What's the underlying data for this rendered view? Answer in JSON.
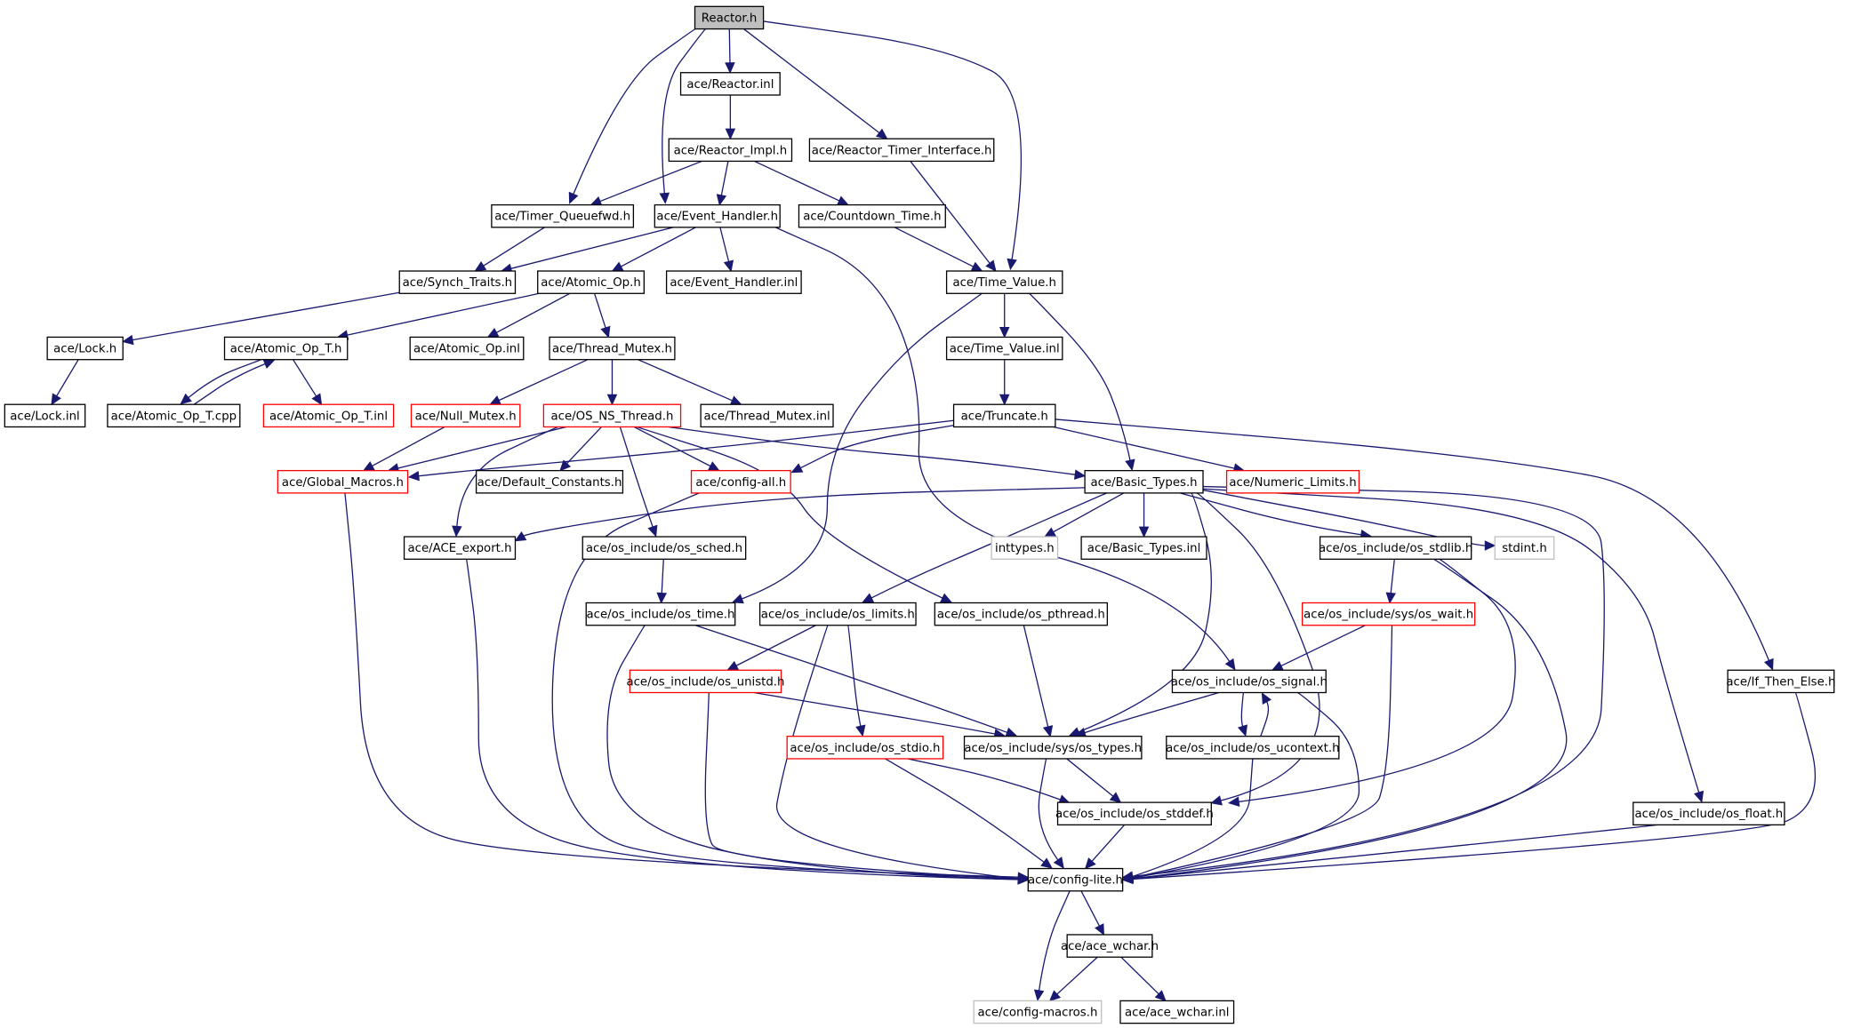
{
  "colors": {
    "edge": "#191970",
    "root_fill": "#bfbfbf",
    "normal_border": "#000000",
    "truncated_border": "#ff0000",
    "external_border": "#bfbfbf"
  },
  "nodes": [
    {
      "id": "reactor_h",
      "label": "Reactor.h",
      "style": "root"
    },
    {
      "id": "reactor_inl",
      "label": "ace/Reactor.inl",
      "style": "normal"
    },
    {
      "id": "reactor_impl_h",
      "label": "ace/Reactor_Impl.h",
      "style": "normal"
    },
    {
      "id": "reactor_timer_interface_h",
      "label": "ace/Reactor_Timer_Interface.h",
      "style": "normal"
    },
    {
      "id": "timer_queuefwd_h",
      "label": "ace/Timer_Queuefwd.h",
      "style": "normal"
    },
    {
      "id": "event_handler_h",
      "label": "ace/Event_Handler.h",
      "style": "normal"
    },
    {
      "id": "countdown_time_h",
      "label": "ace/Countdown_Time.h",
      "style": "normal"
    },
    {
      "id": "synch_traits_h",
      "label": "ace/Synch_Traits.h",
      "style": "normal"
    },
    {
      "id": "atomic_op_h",
      "label": "ace/Atomic_Op.h",
      "style": "normal"
    },
    {
      "id": "event_handler_inl",
      "label": "ace/Event_Handler.inl",
      "style": "normal"
    },
    {
      "id": "time_value_h",
      "label": "ace/Time_Value.h",
      "style": "normal"
    },
    {
      "id": "lock_h",
      "label": "ace/Lock.h",
      "style": "normal"
    },
    {
      "id": "atomic_op_t_h",
      "label": "ace/Atomic_Op_T.h",
      "style": "normal"
    },
    {
      "id": "atomic_op_inl",
      "label": "ace/Atomic_Op.inl",
      "style": "normal"
    },
    {
      "id": "thread_mutex_h",
      "label": "ace/Thread_Mutex.h",
      "style": "normal"
    },
    {
      "id": "time_value_inl",
      "label": "ace/Time_Value.inl",
      "style": "normal"
    },
    {
      "id": "lock_inl",
      "label": "ace/Lock.inl",
      "style": "normal"
    },
    {
      "id": "atomic_op_t_cpp",
      "label": "ace/Atomic_Op_T.cpp",
      "style": "normal"
    },
    {
      "id": "atomic_op_t_inl",
      "label": "ace/Atomic_Op_T.inl",
      "style": "red"
    },
    {
      "id": "null_mutex_h",
      "label": "ace/Null_Mutex.h",
      "style": "red"
    },
    {
      "id": "os_ns_thread_h",
      "label": "ace/OS_NS_Thread.h",
      "style": "red"
    },
    {
      "id": "thread_mutex_inl",
      "label": "ace/Thread_Mutex.inl",
      "style": "normal"
    },
    {
      "id": "truncate_h",
      "label": "ace/Truncate.h",
      "style": "normal"
    },
    {
      "id": "global_macros_h",
      "label": "ace/Global_Macros.h",
      "style": "red"
    },
    {
      "id": "default_constants_h",
      "label": "ace/Default_Constants.h",
      "style": "normal"
    },
    {
      "id": "config_all_h",
      "label": "ace/config-all.h",
      "style": "red"
    },
    {
      "id": "basic_types_h",
      "label": "ace/Basic_Types.h",
      "style": "normal"
    },
    {
      "id": "numeric_limits_h",
      "label": "ace/Numeric_Limits.h",
      "style": "red"
    },
    {
      "id": "ace_export_h",
      "label": "ace/ACE_export.h",
      "style": "normal"
    },
    {
      "id": "os_sched_h",
      "label": "ace/os_include/os_sched.h",
      "style": "normal"
    },
    {
      "id": "inttypes_h",
      "label": "inttypes.h",
      "style": "gray"
    },
    {
      "id": "basic_types_inl",
      "label": "ace/Basic_Types.inl",
      "style": "normal"
    },
    {
      "id": "os_stdlib_h",
      "label": "ace/os_include/os_stdlib.h",
      "style": "normal"
    },
    {
      "id": "stdint_h",
      "label": "stdint.h",
      "style": "gray"
    },
    {
      "id": "os_time_h",
      "label": "ace/os_include/os_time.h",
      "style": "normal"
    },
    {
      "id": "os_limits_h",
      "label": "ace/os_include/os_limits.h",
      "style": "normal"
    },
    {
      "id": "os_pthread_h",
      "label": "ace/os_include/os_pthread.h",
      "style": "normal"
    },
    {
      "id": "os_wait_h",
      "label": "ace/os_include/sys/os_wait.h",
      "style": "red"
    },
    {
      "id": "os_unistd_h",
      "label": "ace/os_include/os_unistd.h",
      "style": "red"
    },
    {
      "id": "os_signal_h",
      "label": "ace/os_include/os_signal.h",
      "style": "normal"
    },
    {
      "id": "if_then_else_h",
      "label": "ace/If_Then_Else.h",
      "style": "normal"
    },
    {
      "id": "os_stdio_h",
      "label": "ace/os_include/os_stdio.h",
      "style": "red"
    },
    {
      "id": "os_types_h",
      "label": "ace/os_include/sys/os_types.h",
      "style": "normal"
    },
    {
      "id": "os_ucontext_h",
      "label": "ace/os_include/os_ucontext.h",
      "style": "normal"
    },
    {
      "id": "os_stddef_h",
      "label": "ace/os_include/os_stddef.h",
      "style": "normal"
    },
    {
      "id": "os_float_h",
      "label": "ace/os_include/os_float.h",
      "style": "normal"
    },
    {
      "id": "config_lite_h",
      "label": "ace/config-lite.h",
      "style": "normal"
    },
    {
      "id": "ace_wchar_h",
      "label": "ace/ace_wchar.h",
      "style": "normal"
    },
    {
      "id": "config_macros_h",
      "label": "ace/config-macros.h",
      "style": "gray"
    },
    {
      "id": "ace_wchar_inl",
      "label": "ace/ace_wchar.inl",
      "style": "normal"
    }
  ],
  "edges": [
    [
      "reactor_h",
      "reactor_inl"
    ],
    [
      "reactor_h",
      "reactor_timer_interface_h"
    ],
    [
      "reactor_h",
      "timer_queuefwd_h"
    ],
    [
      "reactor_h",
      "event_handler_h"
    ],
    [
      "reactor_h",
      "time_value_h"
    ],
    [
      "reactor_inl",
      "reactor_impl_h"
    ],
    [
      "reactor_impl_h",
      "timer_queuefwd_h"
    ],
    [
      "reactor_impl_h",
      "event_handler_h"
    ],
    [
      "reactor_impl_h",
      "countdown_time_h"
    ],
    [
      "reactor_timer_interface_h",
      "time_value_h"
    ],
    [
      "timer_queuefwd_h",
      "synch_traits_h"
    ],
    [
      "event_handler_h",
      "synch_traits_h"
    ],
    [
      "event_handler_h",
      "atomic_op_h"
    ],
    [
      "event_handler_h",
      "event_handler_inl"
    ],
    [
      "event_handler_h",
      "os_signal_h"
    ],
    [
      "countdown_time_h",
      "time_value_h"
    ],
    [
      "synch_traits_h",
      "lock_h"
    ],
    [
      "atomic_op_h",
      "atomic_op_t_h"
    ],
    [
      "atomic_op_h",
      "atomic_op_inl"
    ],
    [
      "atomic_op_h",
      "thread_mutex_h"
    ],
    [
      "time_value_h",
      "time_value_inl"
    ],
    [
      "time_value_h",
      "basic_types_h"
    ],
    [
      "time_value_h",
      "os_time_h"
    ],
    [
      "lock_h",
      "lock_inl"
    ],
    [
      "atomic_op_t_h",
      "atomic_op_t_cpp"
    ],
    [
      "atomic_op_t_cpp",
      "atomic_op_t_h"
    ],
    [
      "atomic_op_t_h",
      "atomic_op_t_inl"
    ],
    [
      "thread_mutex_h",
      "null_mutex_h"
    ],
    [
      "thread_mutex_h",
      "os_ns_thread_h"
    ],
    [
      "thread_mutex_h",
      "thread_mutex_inl"
    ],
    [
      "time_value_inl",
      "truncate_h"
    ],
    [
      "null_mutex_h",
      "global_macros_h"
    ],
    [
      "os_ns_thread_h",
      "global_macros_h"
    ],
    [
      "os_ns_thread_h",
      "default_constants_h"
    ],
    [
      "os_ns_thread_h",
      "config_all_h"
    ],
    [
      "os_ns_thread_h",
      "ace_export_h"
    ],
    [
      "os_ns_thread_h",
      "os_sched_h"
    ],
    [
      "os_ns_thread_h",
      "os_pthread_h"
    ],
    [
      "os_ns_thread_h",
      "basic_types_h"
    ],
    [
      "truncate_h",
      "global_macros_h"
    ],
    [
      "truncate_h",
      "config_all_h"
    ],
    [
      "truncate_h",
      "numeric_limits_h"
    ],
    [
      "truncate_h",
      "if_then_else_h"
    ],
    [
      "global_macros_h",
      "config_lite_h"
    ],
    [
      "config_all_h",
      "config_lite_h"
    ],
    [
      "basic_types_h",
      "ace_export_h"
    ],
    [
      "basic_types_h",
      "inttypes_h"
    ],
    [
      "basic_types_h",
      "basic_types_inl"
    ],
    [
      "basic_types_h",
      "os_stdlib_h"
    ],
    [
      "basic_types_h",
      "stdint_h"
    ],
    [
      "basic_types_h",
      "os_limits_h"
    ],
    [
      "basic_types_h",
      "os_types_h"
    ],
    [
      "basic_types_h",
      "os_stddef_h"
    ],
    [
      "basic_types_h",
      "os_float_h"
    ],
    [
      "basic_types_h",
      "config_lite_h"
    ],
    [
      "ace_export_h",
      "config_lite_h"
    ],
    [
      "os_sched_h",
      "os_time_h"
    ],
    [
      "os_stdlib_h",
      "os_wait_h"
    ],
    [
      "os_stdlib_h",
      "os_stddef_h"
    ],
    [
      "os_stdlib_h",
      "config_lite_h"
    ],
    [
      "os_time_h",
      "os_types_h"
    ],
    [
      "os_time_h",
      "config_lite_h"
    ],
    [
      "os_limits_h",
      "os_unistd_h"
    ],
    [
      "os_limits_h",
      "os_stdio_h"
    ],
    [
      "os_limits_h",
      "config_lite_h"
    ],
    [
      "os_pthread_h",
      "os_types_h"
    ],
    [
      "os_wait_h",
      "os_signal_h"
    ],
    [
      "os_wait_h",
      "config_lite_h"
    ],
    [
      "os_unistd_h",
      "os_types_h"
    ],
    [
      "os_unistd_h",
      "config_lite_h"
    ],
    [
      "os_signal_h",
      "os_types_h"
    ],
    [
      "os_signal_h",
      "os_ucontext_h"
    ],
    [
      "os_ucontext_h",
      "os_signal_h"
    ],
    [
      "os_signal_h",
      "config_lite_h"
    ],
    [
      "os_stdio_h",
      "os_stddef_h"
    ],
    [
      "os_stdio_h",
      "config_lite_h"
    ],
    [
      "os_types_h",
      "os_stddef_h"
    ],
    [
      "os_types_h",
      "config_lite_h"
    ],
    [
      "os_ucontext_h",
      "config_lite_h"
    ],
    [
      "os_stddef_h",
      "config_lite_h"
    ],
    [
      "os_float_h",
      "config_lite_h"
    ],
    [
      "if_then_else_h",
      "config_lite_h"
    ],
    [
      "config_lite_h",
      "ace_wchar_h"
    ],
    [
      "config_lite_h",
      "config_macros_h"
    ],
    [
      "ace_wchar_h",
      "config_macros_h"
    ],
    [
      "ace_wchar_h",
      "ace_wchar_inl"
    ]
  ]
}
